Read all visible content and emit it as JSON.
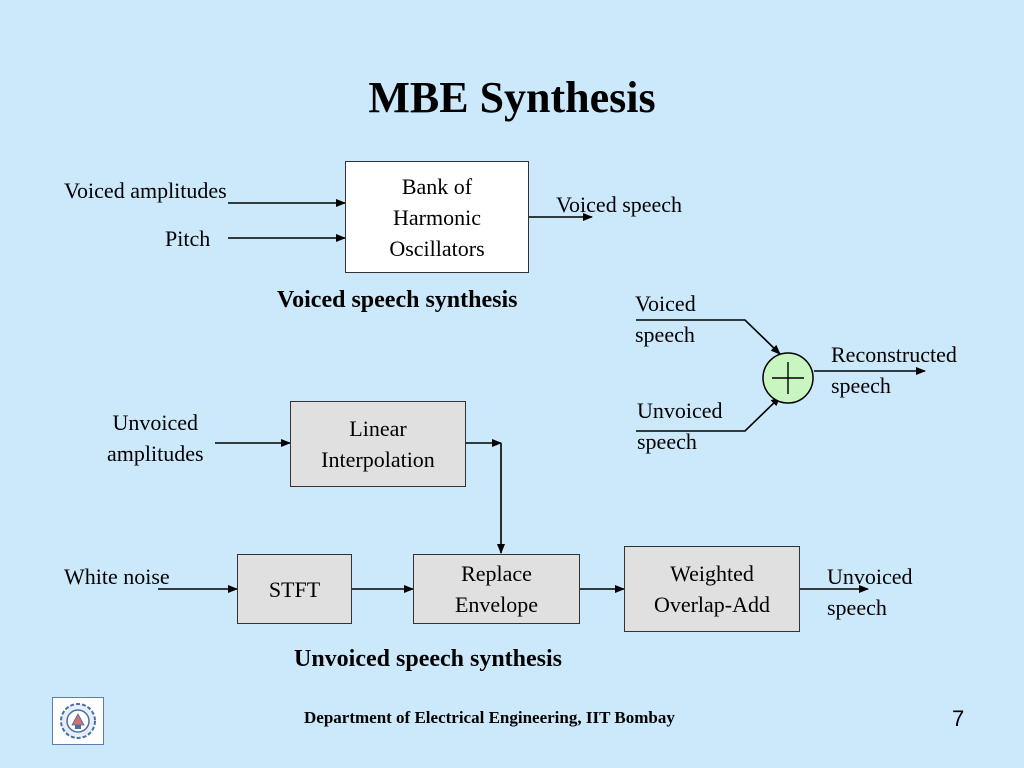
{
  "title": "MBE Synthesis",
  "voiced_section": {
    "inputs": [
      "Voiced amplitudes",
      "Pitch"
    ],
    "block": "Bank of\nHarmonic\nOscillators",
    "output": "Voiced speech",
    "caption": "Voiced speech synthesis"
  },
  "adder_section": {
    "input_voiced": "Voiced\nspeech",
    "input_unvoiced": "Unvoiced\nspeech",
    "output": "Reconstructed\nspeech",
    "adder_symbol": "+"
  },
  "unvoiced_section": {
    "input_amplitudes": "Unvoiced\namplitudes",
    "input_noise": "White noise",
    "blocks": {
      "linear_interpolation": "Linear\nInterpolation",
      "stft": "STFT",
      "replace_envelope": "Replace\nEnvelope",
      "weighted_overlap_add": "Weighted\nOverlap-Add"
    },
    "output": "Unvoiced\nspeech",
    "caption": "Unvoiced speech synthesis"
  },
  "footer": {
    "department": "Department of Electrical Engineering, IIT Bombay",
    "page_number": "7"
  },
  "colors": {
    "background": "#cce8fb",
    "adder_fill": "#c8f5c0",
    "grey_block": "#e0e0e0"
  }
}
